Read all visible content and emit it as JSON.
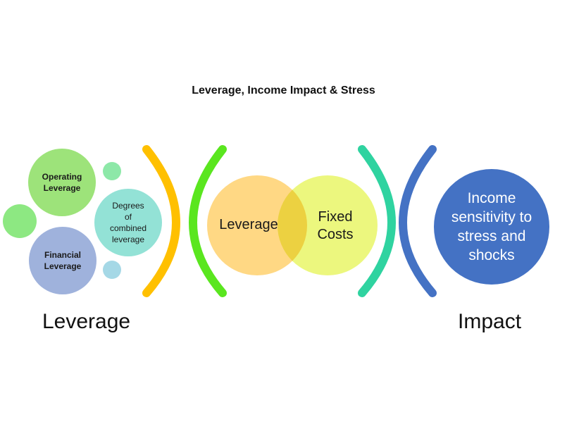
{
  "title": "Leverage, Income Impact & Stress",
  "left_group": {
    "operating": "Operating Leverage",
    "financial": "Financial Leverage",
    "degrees": "Degrees of combined leverage"
  },
  "venn": {
    "left": "Leverage",
    "right": "Fixed Costs"
  },
  "impact_circle": "Income sensitivity to stress and shocks",
  "bottom_labels": {
    "left": "Leverage",
    "right": "Impact"
  },
  "colors": {
    "operating": "#9de37a",
    "financial": "#9fb2dc",
    "degrees": "#93e2d6",
    "venn_left": "#ffd884",
    "venn_right": "#e8f57a",
    "overlap": "#e0e64a",
    "impact": "#4472c4",
    "bracket_orange": "#ffc000",
    "bracket_green": "#5ae61f",
    "bracket_teal": "#2fd3a0",
    "bracket_blue": "#4472c4"
  }
}
